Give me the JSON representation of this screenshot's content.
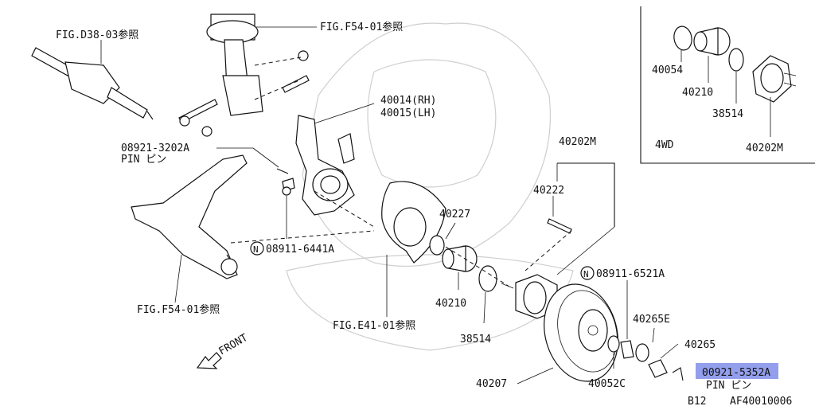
{
  "labels": {
    "fig_d38": "FIG.D38-03参照",
    "fig_f54_top": "FIG.F54-01参照",
    "knuckle_rh": "40014(RH)",
    "knuckle_lh": "40015(LH)",
    "pin_top_no": "08921-3202A",
    "pin_top_name": "PIN ピン",
    "hub_40202m": "40202M",
    "bolt_40222": "40222",
    "seal_40227": "40227",
    "nut_08911_6441a": "08911-6441A",
    "fig_f54_bottom": "FIG.F54-01参照",
    "fig_e41": "FIG.E41-01参照",
    "bearing_40210": "40210",
    "ring_38514": "38514",
    "nut_08911_6521a": "08911-6521A",
    "washer_40265e": "40265E",
    "nut_40265": "40265",
    "rotor_40207": "40207",
    "washer_40052c": "40052C",
    "pin_bottom_no": "00921-5352A",
    "pin_bottom_name": "PIN ピン",
    "front": "FRONT",
    "n_mark_1": "N",
    "n_mark_2": "N",
    "page_code": "B12",
    "figure_id": "AF40010006"
  },
  "inset": {
    "cap_40054": "40054",
    "bearing_40210": "40210",
    "ring_38514": "38514",
    "hub_40202m": "40202M",
    "drive": "4WD"
  },
  "colors": {
    "highlight": "#6f7fe6",
    "ink": "#111111",
    "watermark": "#cfcfcf"
  }
}
